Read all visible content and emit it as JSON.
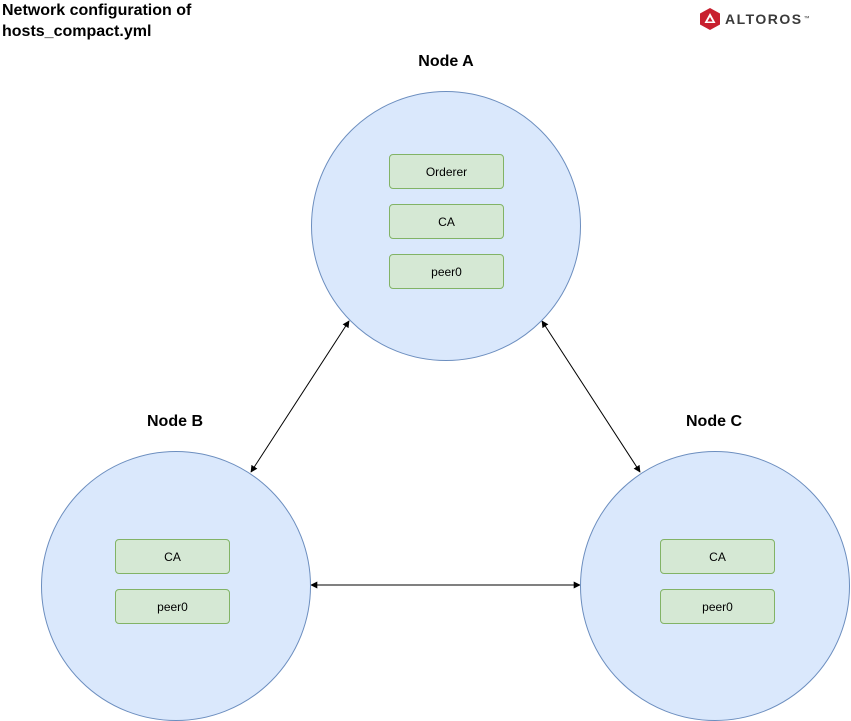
{
  "title": "Network configuration of hosts_compact.yml",
  "logo": {
    "text": "ALTOROS",
    "mark": "™"
  },
  "nodes": {
    "a": {
      "label": "Node A",
      "components": [
        "Orderer",
        "CA",
        "peer0"
      ]
    },
    "b": {
      "label": "Node B",
      "components": [
        "CA",
        "peer0"
      ]
    },
    "c": {
      "label": "Node C",
      "components": [
        "CA",
        "peer0"
      ]
    }
  },
  "edges": [
    {
      "from": "Node A",
      "to": "Node B",
      "direction": "both"
    },
    {
      "from": "Node A",
      "to": "Node C",
      "direction": "both"
    },
    {
      "from": "Node B",
      "to": "Node C",
      "direction": "both"
    }
  ],
  "colors": {
    "node_fill": "#dae8fc",
    "node_stroke": "#6c8ebf",
    "component_fill": "#d5e8d4",
    "component_stroke": "#82b366",
    "logo_accent": "#c8202f"
  }
}
